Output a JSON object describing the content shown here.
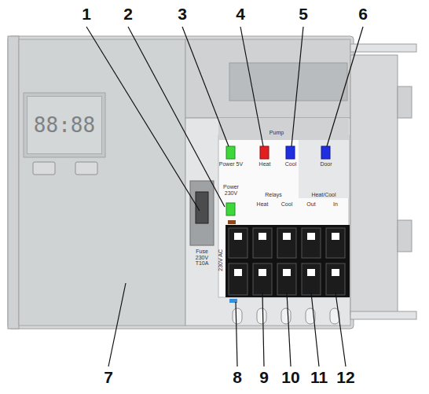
{
  "diagram": {
    "nodes": [
      {
        "text": [
          "88:88"
        ]
      }
    ],
    "labels": [
      "1",
      "2",
      "3",
      "4",
      "5",
      "6",
      "Pump",
      "Power 5V",
      "Heat",
      "Cool",
      "Door",
      "Power 230V",
      "Relays",
      "Heat/Cool",
      "Heat",
      "Cool",
      "Out",
      "In",
      "230V AC",
      "Fuse 230V T10A",
      "7",
      "8",
      "9",
      "10",
      "11",
      "12"
    ]
  }
}
